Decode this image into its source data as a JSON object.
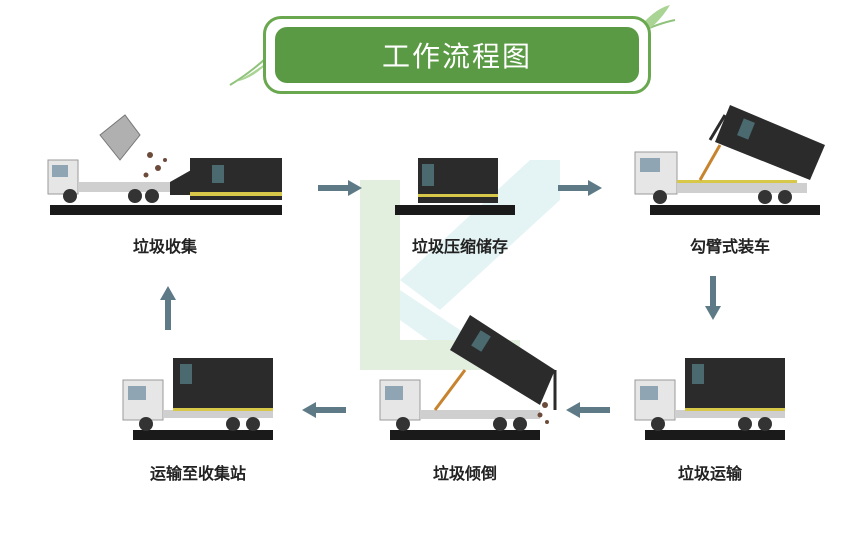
{
  "title": "工作流程图",
  "stages": [
    {
      "label": "垃圾收集"
    },
    {
      "label": "垃圾压缩储存"
    },
    {
      "label": "勾臂式装车"
    },
    {
      "label": "垃圾运输"
    },
    {
      "label": "垃圾倾倒"
    },
    {
      "label": "运输至收集站"
    }
  ],
  "colors": {
    "accent": "#5b9a45",
    "arrow": "#5d7a86",
    "truck_body": "#2b2b2b",
    "cab": "#e6e6e6"
  }
}
